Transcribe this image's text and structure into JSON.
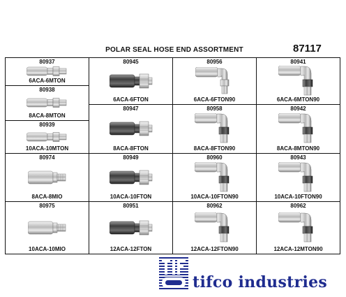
{
  "header": {
    "title": "POLAR SEAL HOSE END ASSORTMENT",
    "part_number": "87117"
  },
  "fittings": [
    {
      "number": "80937",
      "label": "6ACA-6MTON",
      "icon": "straight-hose-fitting-icon"
    },
    {
      "number": "80938",
      "label": "8ACA-8MTON",
      "icon": "straight-hose-fitting-icon"
    },
    {
      "number": "80939",
      "label": "10ACA-10MTON",
      "icon": "straight-hose-fitting-icon"
    },
    {
      "number": "80974",
      "label": "8ACA-8MIO",
      "icon": "straight-hose-fitting-icon"
    },
    {
      "number": "80975",
      "label": "10ACA-10MIO",
      "icon": "straight-hose-fitting-icon"
    },
    {
      "number": "80945",
      "label": "6ACA-6FTON",
      "icon": "straight-hose-fitting-icon"
    },
    {
      "number": "80947",
      "label": "8ACA-8FTON",
      "icon": "straight-hose-fitting-icon"
    },
    {
      "number": "80949",
      "label": "10ACA-10FTON",
      "icon": "straight-hose-fitting-icon"
    },
    {
      "number": "80951",
      "label": "12ACA-12FTON",
      "icon": "straight-hose-fitting-icon"
    },
    {
      "number": "80956",
      "label": "6ACA-6FTON90",
      "icon": "elbow-hose-fitting-icon"
    },
    {
      "number": "80958",
      "label": "8ACA-8FTON90",
      "icon": "elbow-hose-fitting-icon"
    },
    {
      "number": "80960",
      "label": "10ACA-10FTON90",
      "icon": "elbow-hose-fitting-icon"
    },
    {
      "number": "80962",
      "label": "12ACA-12FTON90",
      "icon": "elbow-hose-fitting-icon"
    },
    {
      "number": "80941",
      "label": "6ACA-6MTON90",
      "icon": "elbow-hose-fitting-icon"
    },
    {
      "number": "80942",
      "label": "8ACA-8MTON90",
      "icon": "elbow-hose-fitting-icon"
    },
    {
      "number": "80943",
      "label": "10ACA-10FTON90",
      "icon": "elbow-hose-fitting-icon"
    },
    {
      "number": "80962",
      "label": "12ACA-12MTON90",
      "icon": "elbow-hose-fitting-icon"
    }
  ],
  "logo": {
    "mark_letters": "TIF",
    "brand_name": "tifco industries",
    "brand_color": "#1f2c8f"
  }
}
